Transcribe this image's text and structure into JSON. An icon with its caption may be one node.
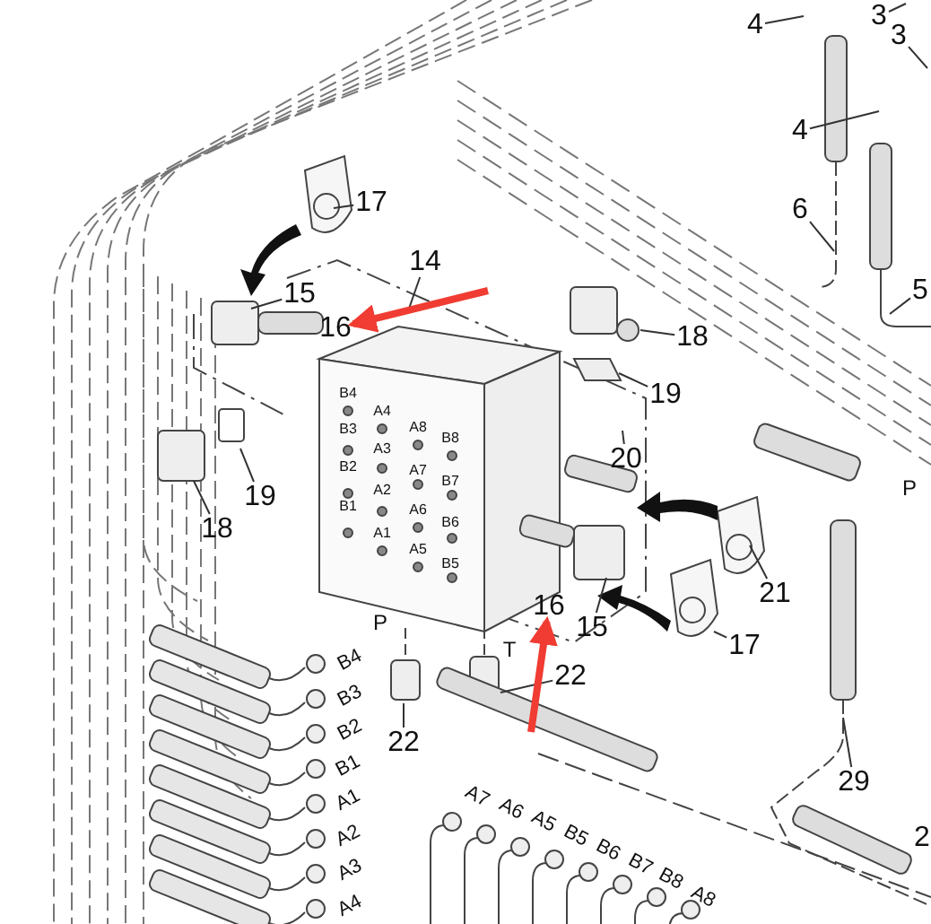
{
  "diagram": {
    "nodes": [
      {
        "text": [
          "4"
        ]
      },
      {
        "text": [
          "3"
        ]
      },
      {
        "text": [
          "3"
        ]
      },
      {
        "text": [
          "4"
        ]
      },
      {
        "text": [
          "6"
        ]
      },
      {
        "text": [
          "5"
        ]
      },
      {
        "text": [
          "17"
        ]
      },
      {
        "text": [
          "14"
        ]
      },
      {
        "text": [
          "15"
        ]
      },
      {
        "text": [
          "16"
        ]
      },
      {
        "text": [
          "18"
        ]
      },
      {
        "text": [
          "19"
        ]
      },
      {
        "text": [
          "20"
        ]
      },
      {
        "text": [
          "19"
        ]
      },
      {
        "text": [
          "18"
        ]
      },
      {
        "text": [
          "21"
        ]
      },
      {
        "text": [
          "17"
        ]
      },
      {
        "text": [
          "16"
        ]
      },
      {
        "text": [
          "15"
        ]
      },
      {
        "text": [
          "22"
        ]
      },
      {
        "text": [
          "22"
        ]
      },
      {
        "text": [
          "29"
        ]
      },
      {
        "text": [
          "2"
        ]
      }
    ],
    "edges": [
      {
        "from": 0,
        "to": null,
        "arrow": "none"
      },
      {
        "from": 1,
        "to": null,
        "arrow": "none"
      },
      {
        "from": 2,
        "to": null,
        "arrow": "none"
      },
      {
        "from": 3,
        "to": null,
        "arrow": "none"
      },
      {
        "from": 4,
        "to": null,
        "arrow": "none"
      },
      {
        "from": 5,
        "to": null,
        "arrow": "none"
      },
      {
        "from": 6,
        "to": null,
        "arrow": "none"
      },
      {
        "from": 7,
        "to": null,
        "arrow": "none"
      },
      {
        "from": 8,
        "to": null,
        "arrow": "none"
      },
      {
        "from": 10,
        "to": null,
        "arrow": "none"
      },
      {
        "from": 11,
        "to": null,
        "arrow": "none"
      },
      {
        "from": 12,
        "to": null,
        "arrow": "none"
      },
      {
        "from": 13,
        "to": null,
        "arrow": "none"
      },
      {
        "from": 14,
        "to": null,
        "arrow": "none"
      },
      {
        "from": 15,
        "to": null,
        "arrow": "none"
      },
      {
        "from": 16,
        "to": null,
        "arrow": "none"
      },
      {
        "from": 18,
        "to": null,
        "arrow": "none"
      },
      {
        "from": 19,
        "to": null,
        "arrow": "none"
      },
      {
        "from": 20,
        "to": null,
        "arrow": "none"
      },
      {
        "from": 21,
        "to": null,
        "arrow": "none"
      },
      {
        "from": null,
        "to": 9,
        "arrow": "to",
        "style": "thick",
        "color": "#f03c32"
      },
      {
        "from": null,
        "to": 17,
        "arrow": "to",
        "style": "thick",
        "color": "#f03c32"
      }
    ],
    "labels": [
      "B4",
      "A4",
      "A8",
      "B8",
      "B3",
      "A3",
      "A7",
      "B7",
      "B2",
      "A2",
      "A6",
      "B6",
      "B1",
      "A1",
      "A5",
      "B5",
      "P",
      "T",
      "P",
      "B4",
      "B3",
      "B2",
      "B1",
      "A1",
      "A2",
      "A3",
      "A4",
      "A7",
      "A6",
      "A5",
      "B5",
      "B6",
      "B7",
      "B8",
      "A8"
    ]
  }
}
